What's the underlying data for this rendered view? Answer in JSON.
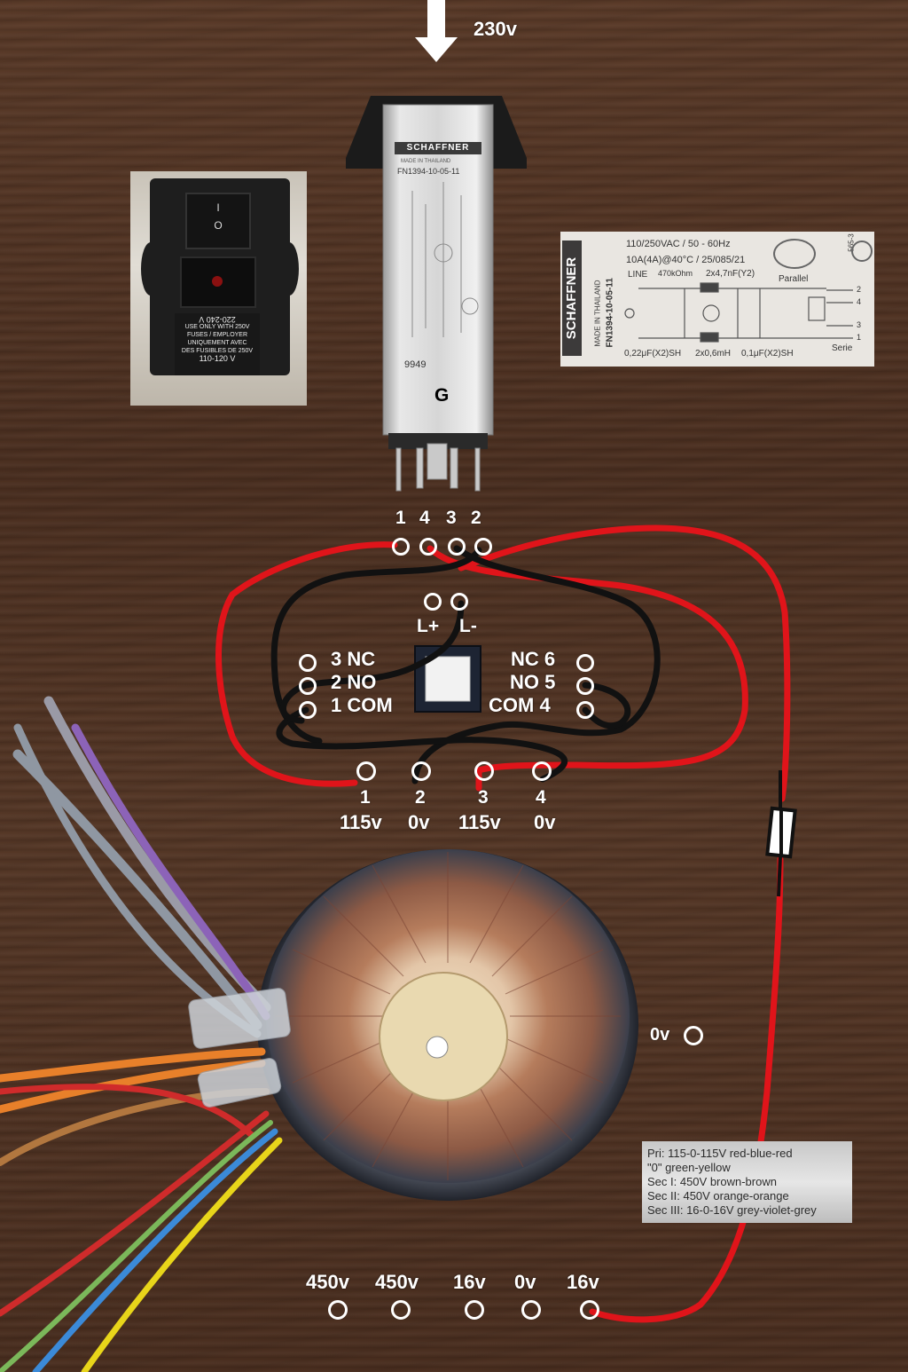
{
  "input_label": "230v",
  "inlet_photo": {
    "switch_on": "I",
    "switch_off": "O",
    "voltage_top": "220-240 V",
    "notice": [
      "USE ONLY WITH 250V",
      "FUSES / EMPLOYER",
      "UNIQUEMENT AVEC",
      "DES FUSIBLES DE 250V"
    ],
    "voltage_bottom": "110-120 V"
  },
  "filter": {
    "brand": "SCHAFFNER",
    "made_in": "MADE IN THAILAND",
    "model": "FN1394-10-05-11",
    "code": "9949",
    "mark": "G"
  },
  "filter_label": {
    "brand": "SCHAFFNER",
    "made_in": "MADE IN THAILAND",
    "model": "FN1394-10-05-11",
    "rating": "110/250VAC / 50 - 60Hz",
    "current": "10A(4A)@40°C / 25/085/21",
    "line": "LINE",
    "resistor": "470kOhm",
    "cap_y": "2x4,7nF(Y2)",
    "parallel": "Parallel",
    "serie": "Serie",
    "cap_x1": "0,22μF(X2)SH",
    "inductor": "2x0,6mH",
    "cap_x2": "0,1μF(X2)SH",
    "cert": "565-3",
    "outputs": [
      "2",
      "4",
      "3",
      "1"
    ]
  },
  "filter_pins": [
    "1",
    "4",
    "3",
    "2"
  ],
  "switch": {
    "led_plus": "L+",
    "led_minus": "L-",
    "left_contacts": [
      "3 NC",
      "2 NO",
      "1 COM"
    ],
    "right_contacts": [
      "NC 6",
      "NO 5",
      "COM 4"
    ]
  },
  "primary_pins": [
    {
      "num": "1",
      "volt": "115v"
    },
    {
      "num": "2",
      "volt": "0v"
    },
    {
      "num": "3",
      "volt": "115v"
    },
    {
      "num": "4",
      "volt": "0v"
    }
  ],
  "side_pin": "0v",
  "secondary_pins": [
    "450v",
    "450v",
    "16v",
    "0v",
    "16v"
  ],
  "transformer_label": [
    "Pri: 115-0-115V red-blue-red",
    "\"0\" green-yellow",
    "Sec I: 450V brown-brown",
    "Sec II: 450V orange-orange",
    "Sec III: 16-0-16V grey-violet-grey"
  ],
  "colors": {
    "red_wire": "#e0141a",
    "black_wire": "#111111",
    "label_text": "#ffffff"
  }
}
